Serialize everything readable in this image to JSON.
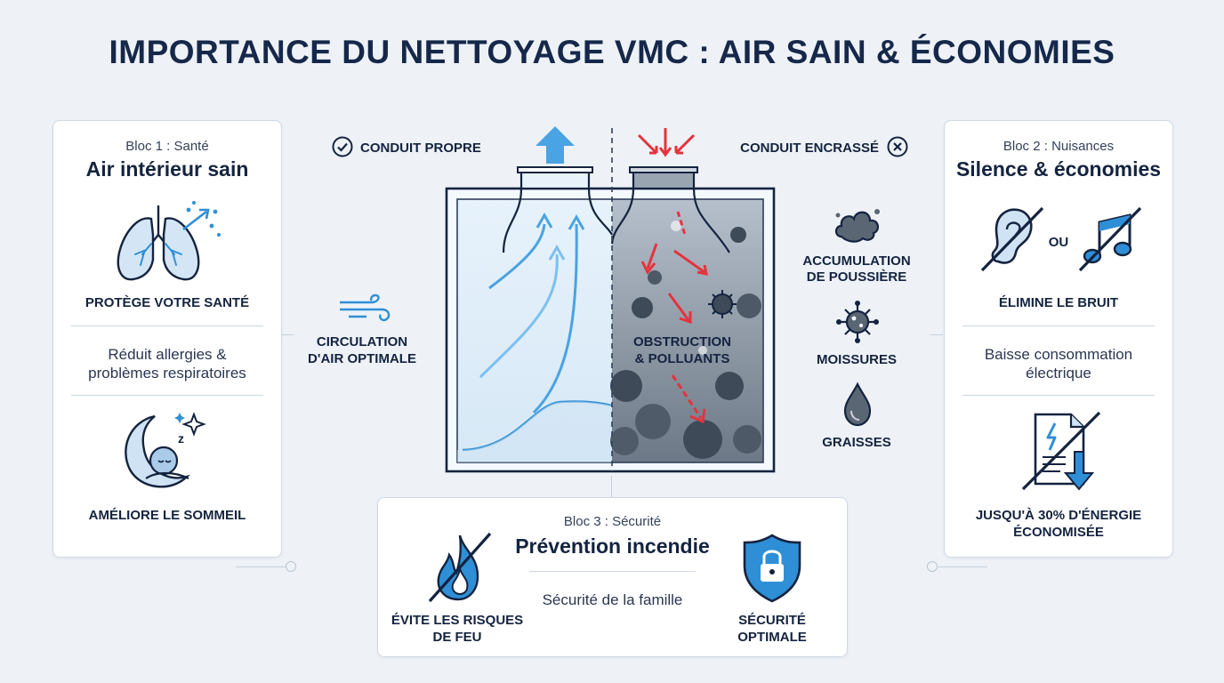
{
  "title": "IMPORTANCE DU NETTOYAGE VMC : AIR SAIN & ÉCONOMIES",
  "bloc1": {
    "label": "Bloc 1 : Santé",
    "title": "Air intérieur sain",
    "item1": "PROTÈGE VOTRE SANTÉ",
    "desc_line1": "Réduit allergies &",
    "desc_line2": "problèmes respiratoires",
    "item2": "AMÉLIORE LE SOMMEIL"
  },
  "bloc2": {
    "label": "Bloc 2 : Nuisances",
    "title": "Silence & économies",
    "ou": "OU",
    "item1": "ÉLIMINE LE BRUIT",
    "desc_line1": "Baisse consommation",
    "desc_line2": "électrique",
    "item2_line1": "JUSQU'À 30% D'ÉNERGIE",
    "item2_line2": "ÉCONOMISÉE"
  },
  "bloc3": {
    "label": "Bloc 3 : Sécurité",
    "title": "Prévention incendie",
    "desc": "Sécurité de la famille",
    "item1_line1": "ÉVITE LES RISQUES",
    "item1_line2": "DE FEU",
    "item2_line1": "SÉCURITÉ",
    "item2_line2": "OPTIMALE"
  },
  "center": {
    "clean_label": "CONDUIT PROPRE",
    "dirty_label": "CONDUIT ENCRASSÉ",
    "airflow_line1": "CIRCULATION",
    "airflow_line2": "D'AIR OPTIMALE",
    "obstruction_line1": "OBSTRUCTION",
    "obstruction_line2": "& POLLUANTS",
    "dust_line1": "ACCUMULATION",
    "dust_line2": "DE POUSSIÈRE",
    "mold": "MOISSURES",
    "grease": "GRAISSES"
  },
  "colors": {
    "accent_blue": "#2f8fd6",
    "navy": "#14233f",
    "alert_red": "#e5333d",
    "dirt_gray": "#5b6675"
  }
}
